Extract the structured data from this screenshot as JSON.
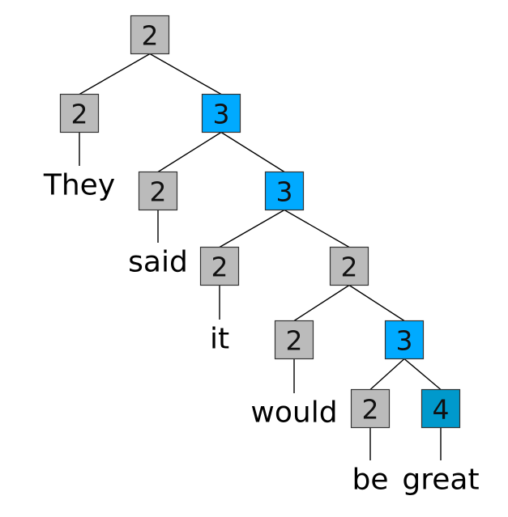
{
  "colors": {
    "label_2": "#BBBBBB",
    "label_3": "#00AAFF",
    "label_4": "#0099CC"
  },
  "tree": {
    "label": "2",
    "children": [
      {
        "label": "2",
        "word": "They"
      },
      {
        "label": "3",
        "children": [
          {
            "label": "2",
            "word": "said"
          },
          {
            "label": "3",
            "children": [
              {
                "label": "2",
                "word": "it"
              },
              {
                "label": "2",
                "children": [
                  {
                    "label": "2",
                    "word": "would"
                  },
                  {
                    "label": "3",
                    "children": [
                      {
                        "label": "2",
                        "word": "be"
                      },
                      {
                        "label": "4",
                        "word": "great"
                      }
                    ]
                  }
                ]
              }
            ]
          }
        ]
      }
    ]
  }
}
